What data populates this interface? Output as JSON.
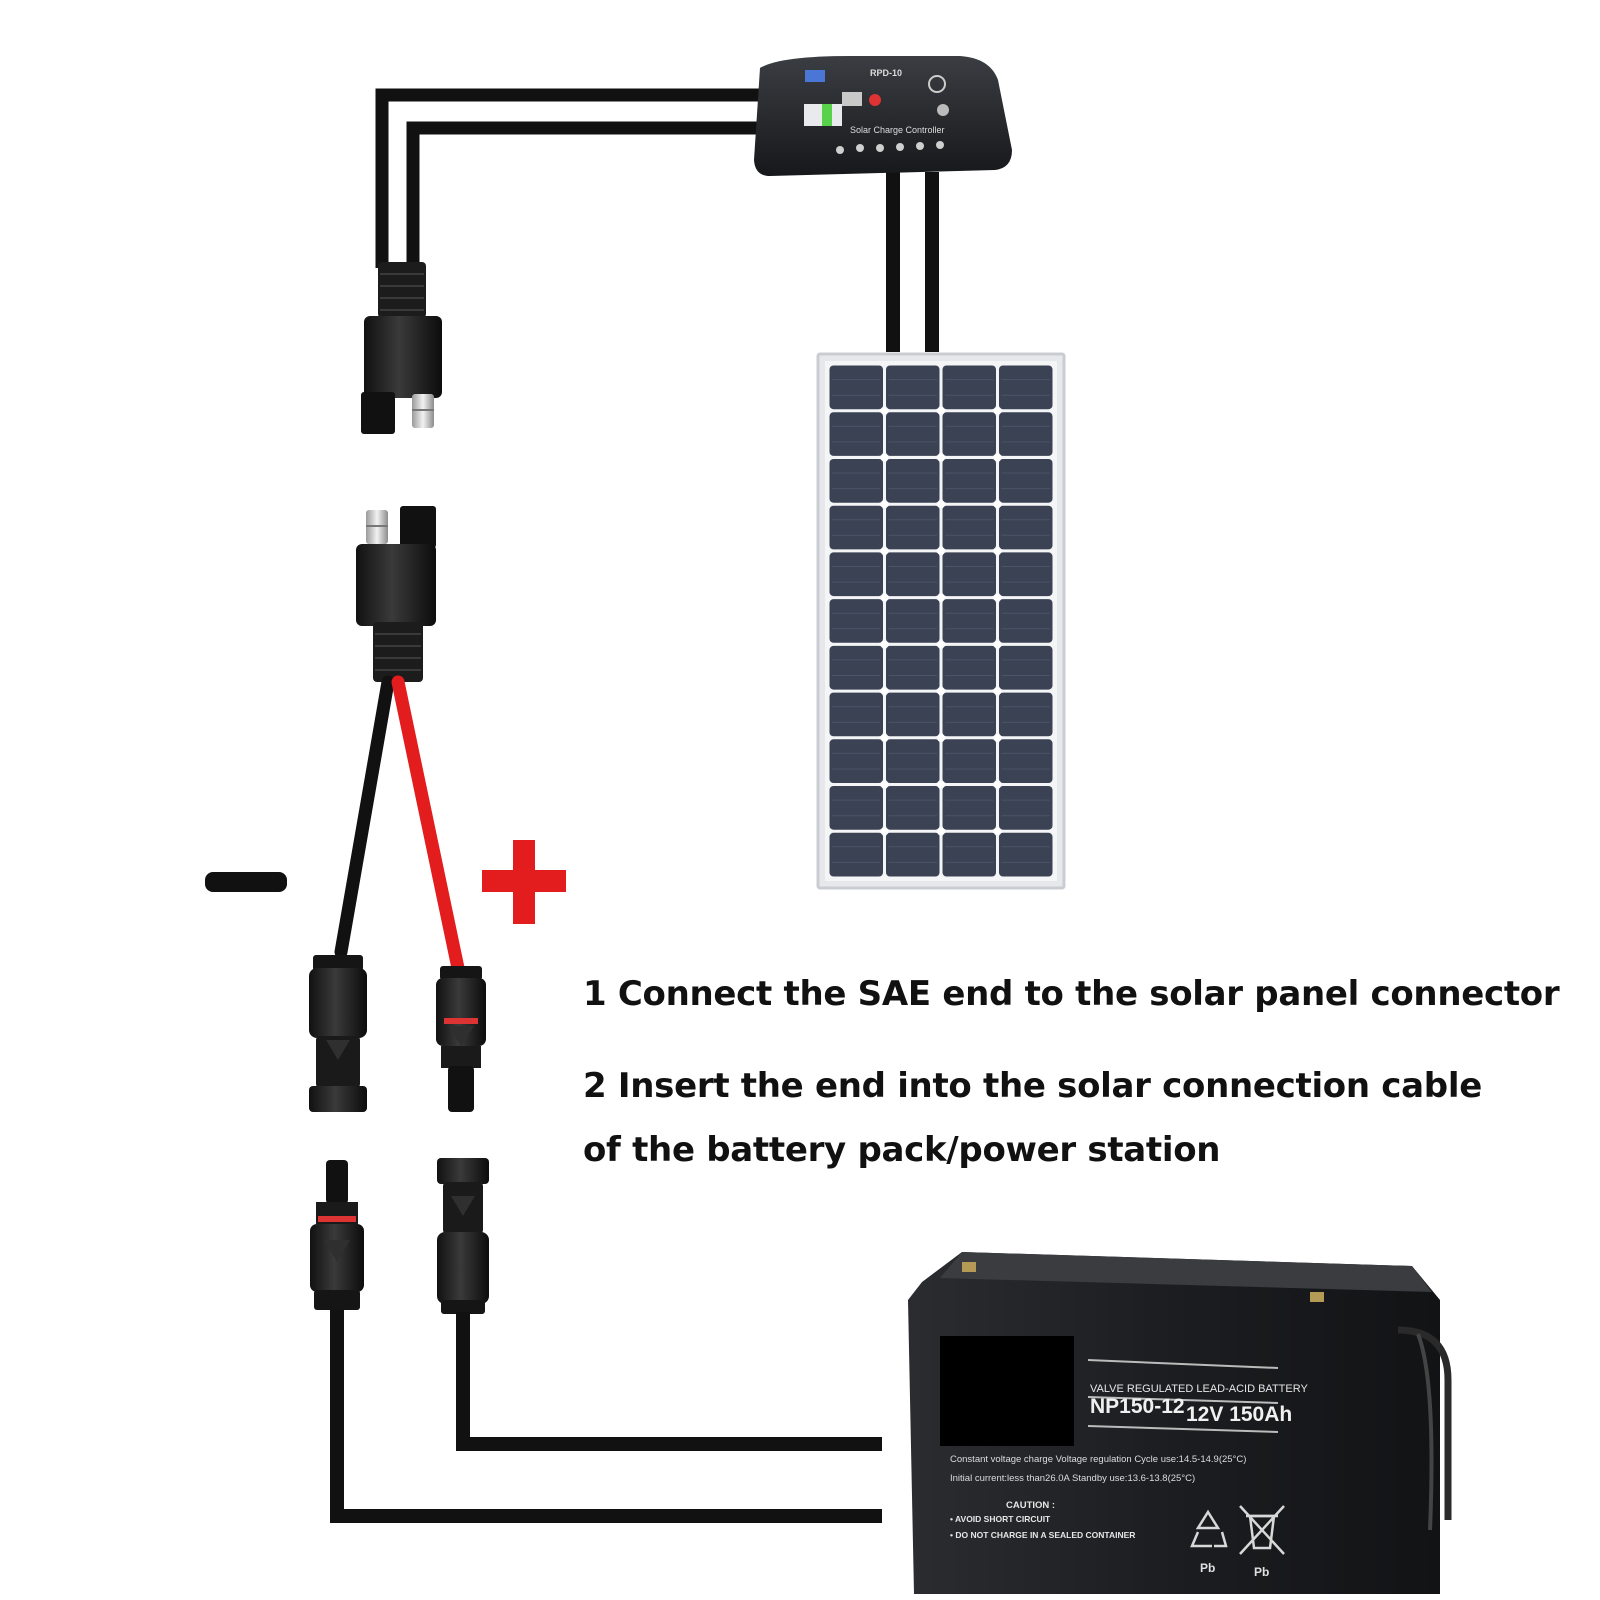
{
  "instructions": {
    "step1": "1 Connect the SAE end to the solar panel connector",
    "step2_line1": "2 Insert the end into the solar connection cable",
    "step2_line2": "of the battery pack/power station"
  },
  "polarity": {
    "negative": "−",
    "positive": "+"
  },
  "charge_controller": {
    "model": "RPD-10",
    "label": "Solar Charge Controller"
  },
  "battery": {
    "type_label": "VALVE REGULATED LEAD-ACID BATTERY",
    "model": "NP150-12",
    "rating": "12V 150Ah",
    "spec_line1": "Constant voltage charge Voltage regulation  Cycle use:14.5-14.9(25°C)",
    "spec_line2": "Initial current:less than26.0A    Standby use:13.6-13.8(25°C)",
    "caution_title": "CAUTION :",
    "caution_1": "• AVOID SHORT CIRCUIT",
    "caution_2": "• DO NOT CHARGE IN A SEALED CONTAINER",
    "recycle_label": "Pb",
    "bin_label": "Pb"
  },
  "icons": [
    "sae-connector-icon",
    "mc4-connector-icon",
    "solar-panel-icon",
    "charge-controller-icon",
    "battery-icon",
    "recycle-icon",
    "crossed-bin-icon"
  ],
  "colors": {
    "cable_black": "#111111",
    "cable_red": "#e31d1d",
    "plus_sign": "#e31d1d",
    "panel_cell": "#3a4253",
    "panel_frame": "#e6e8ec"
  }
}
